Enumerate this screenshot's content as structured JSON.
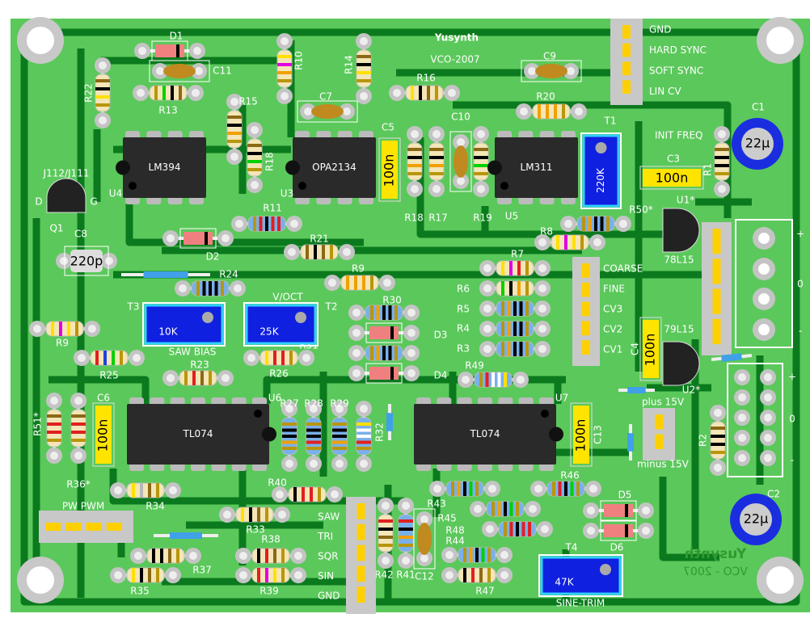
{
  "board": {
    "title": "Yusynth",
    "subtitle": "VCO-2007",
    "mirror_title": "Yusynth",
    "mirror_subtitle": "VCO - 2007"
  },
  "colors": {
    "board": "#5bc85b",
    "trace": "#0b7a1e",
    "beige": "#f4e6b6",
    "blue": "#78b0ea",
    "ic": "#2a2a2a",
    "trimmer": "#1020e0",
    "cap_yellow": "#ffe400",
    "ceramic": "#c08a20",
    "diode": "#f08080",
    "elec": "#1a2ee0",
    "header": "#c8c8c8",
    "pin": "#ffd000"
  },
  "ics": [
    {
      "ref": "U4",
      "part": "LM394"
    },
    {
      "ref": "U3",
      "part": "OPA2134"
    },
    {
      "ref": "U5",
      "part": "LM311"
    },
    {
      "ref": "U6",
      "part": "TL074"
    },
    {
      "ref": "U7",
      "part": "TL074"
    }
  ],
  "trimmers": [
    {
      "ref": "T3",
      "value": "10K",
      "label": "SAW BIAS"
    },
    {
      "ref": "T2",
      "value": "25K",
      "label": "V/OCT"
    },
    {
      "ref": "T1",
      "value": "220K",
      "label": "INIT FREQ"
    },
    {
      "ref": "T4",
      "value": "47K",
      "label": "SINE-TRIM"
    }
  ],
  "box_caps": [
    {
      "ref": "C5",
      "value": "100n"
    },
    {
      "ref": "C3",
      "value": "100n"
    },
    {
      "ref": "C6",
      "value": "100n"
    },
    {
      "ref": "C13",
      "value": "100n"
    },
    {
      "ref": "C4",
      "value": "100n"
    },
    {
      "ref": "C8",
      "value": "220p"
    }
  ],
  "ceramic_caps": [
    {
      "ref": "C11"
    },
    {
      "ref": "C7"
    },
    {
      "ref": "C9"
    },
    {
      "ref": "C10"
    },
    {
      "ref": "C12"
    }
  ],
  "electrolytics": [
    {
      "ref": "C1",
      "value": "22µ"
    },
    {
      "ref": "C2",
      "value": "22µ"
    }
  ],
  "transistors": [
    {
      "ref": "Q1",
      "part": "J112/J111",
      "pin_left": "D",
      "pin_right": "G"
    },
    {
      "ref": "U1*",
      "part": "78L15"
    },
    {
      "ref": "U2*",
      "part": "79L15"
    }
  ],
  "diodes": [
    {
      "ref": "D1"
    },
    {
      "ref": "D2"
    },
    {
      "ref": "D3"
    },
    {
      "ref": "D4"
    },
    {
      "ref": "D5"
    },
    {
      "ref": "D6"
    }
  ],
  "resistors": [
    {
      "ref": "R22",
      "body": "beige",
      "bands": [
        "#8b6914",
        "#000000",
        "#ffe000",
        "#b8960c"
      ]
    },
    {
      "ref": "R13",
      "body": "beige",
      "bands": [
        "#b8960c",
        "#00d000",
        "#000000",
        "#8b6914"
      ]
    },
    {
      "ref": "R10",
      "body": "beige",
      "bands": [
        "#ffe000",
        "#e000e0",
        "#f0a000",
        "#b8960c"
      ]
    },
    {
      "ref": "R14",
      "body": "beige",
      "bands": [
        "#8b6914",
        "#000000",
        "#ffe000",
        "#b8960c"
      ]
    },
    {
      "ref": "R15",
      "body": "beige",
      "bands": [
        "#8b6914",
        "#000000",
        "#f0a000",
        "#b8960c"
      ]
    },
    {
      "ref": "R18",
      "body": "beige",
      "bands": [
        "#8b6914",
        "#000000",
        "#00d000",
        "#b8960c"
      ]
    },
    {
      "ref": "R16",
      "body": "beige",
      "bands": [
        "#ffe000",
        "#000000",
        "#8b6914",
        "#b8960c"
      ]
    },
    {
      "ref": "R18",
      "body": "beige",
      "bands": [
        "#8b6914",
        "#000000",
        "#f0a000",
        "#b8960c"
      ]
    },
    {
      "ref": "R17",
      "body": "beige",
      "bands": [
        "#8b6914",
        "#000000",
        "#f0a000",
        "#b8960c"
      ]
    },
    {
      "ref": "R19",
      "body": "beige",
      "bands": [
        "#8b6914",
        "#000000",
        "#00d000",
        "#b8960c"
      ]
    },
    {
      "ref": "R20",
      "body": "beige",
      "bands": [
        "#f0a000",
        "#f0a000",
        "#f0a000",
        "#b8960c"
      ]
    },
    {
      "ref": "R1",
      "body": "beige",
      "bands": [
        "#8b6914",
        "#000000",
        "#000000",
        "#b8960c"
      ]
    },
    {
      "ref": "R11",
      "body": "blue",
      "bands": [
        "#b8960c",
        "#e02020",
        "#000000",
        "#e02020",
        "#e02020"
      ]
    },
    {
      "ref": "R21",
      "body": "beige",
      "bands": [
        "#8b6914",
        "#000000",
        "#8b6914",
        "#b8960c"
      ]
    },
    {
      "ref": "R24",
      "body": "blue",
      "bands": [
        "#b8960c",
        "#000000",
        "#000000",
        "#000000",
        "#b8960c"
      ]
    },
    {
      "ref": "R9",
      "body": "beige",
      "bands": [
        "#f0a000",
        "#f0a000",
        "#f0a000",
        "#b8960c"
      ]
    },
    {
      "ref": "R9",
      "body": "beige",
      "bands": [
        "#ffe000",
        "#e000e0",
        "#ffe000",
        "#b8960c"
      ]
    },
    {
      "ref": "R25",
      "body": "beige",
      "bands": [
        "#e02020",
        "#2040e0",
        "#00d000",
        "#b8960c"
      ]
    },
    {
      "ref": "R23",
      "body": "beige",
      "bands": [
        "#b8960c",
        "#e02020",
        "#8b6914",
        "#b8960c"
      ]
    },
    {
      "ref": "R26",
      "body": "beige",
      "bands": [
        "#ffe000",
        "#e02020",
        "#e02020",
        "#b8960c"
      ]
    },
    {
      "ref": "R30",
      "body": "blue",
      "bands": [
        "#b8960c",
        "#f0a000",
        "#000000",
        "#000000",
        "#b8960c"
      ]
    },
    {
      "ref": "R31",
      "body": "blue",
      "bands": [
        "#b8960c",
        "#f0a000",
        "#000000",
        "#000000",
        "#b8960c"
      ]
    },
    {
      "ref": "R50*",
      "body": "blue",
      "bands": [
        "#b8960c",
        "#f0a000",
        "#000000",
        "#000000",
        "#b8960c"
      ]
    },
    {
      "ref": "R8",
      "body": "beige",
      "bands": [
        "#ffe000",
        "#e000e0",
        "#ffe000",
        "#b8960c"
      ]
    },
    {
      "ref": "R7",
      "body": "beige",
      "bands": [
        "#ffe000",
        "#e000e0",
        "#e02020",
        "#b8960c"
      ]
    },
    {
      "ref": "R6",
      "body": "beige",
      "bands": [
        "#00d000",
        "#000000",
        "#f0a000",
        "#b8960c"
      ]
    },
    {
      "ref": "R5",
      "body": "blue",
      "bands": [
        "#b8960c",
        "#f0a000",
        "#000000",
        "#000000",
        "#b8960c"
      ]
    },
    {
      "ref": "R4",
      "body": "blue",
      "bands": [
        "#b8960c",
        "#f0a000",
        "#000000",
        "#000000",
        "#b8960c"
      ]
    },
    {
      "ref": "R3",
      "body": "blue",
      "bands": [
        "#b8960c",
        "#f0a000",
        "#000000",
        "#000000",
        "#b8960c"
      ]
    },
    {
      "ref": "R49",
      "body": "blue",
      "bands": [
        "#b8960c",
        "#e02020",
        "#ffffff",
        "#ffffff",
        "#ffe000"
      ]
    },
    {
      "ref": "R51*",
      "body": "beige",
      "bands": [
        "#8b6914",
        "#e02020",
        "#e02020",
        "#b8960c"
      ]
    },
    {
      "ref": "R36*",
      "body": "beige",
      "bands": [
        "#8b6914",
        "#e02020",
        "#e02020",
        "#b8960c"
      ]
    },
    {
      "ref": "R27",
      "body": "blue",
      "bands": [
        "#b8960c",
        "#000000",
        "#000000",
        "#f0a000",
        "#b8960c"
      ]
    },
    {
      "ref": "R28",
      "body": "blue",
      "bands": [
        "#b8960c",
        "#000000",
        "#000000",
        "#e02020",
        "#b8960c"
      ]
    },
    {
      "ref": "R29",
      "body": "blue",
      "bands": [
        "#b8960c",
        "#000000",
        "#000000",
        "#f0a000",
        "#b8960c"
      ]
    },
    {
      "ref": "R32",
      "body": "blue",
      "bands": [
        "#ffe000",
        "#ffffff",
        "#ffffff",
        "#e02020",
        "#b8960c"
      ]
    },
    {
      "ref": "R40",
      "body": "beige",
      "bands": [
        "#000000",
        "#e02020",
        "#e02020",
        "#b8960c"
      ]
    },
    {
      "ref": "R34",
      "body": "beige",
      "bands": [
        "#ffe000",
        "#b8b8b8",
        "#8b6914",
        "#b8960c"
      ]
    },
    {
      "ref": "R33",
      "body": "beige",
      "bands": [
        "#ffe000",
        "#000000",
        "#8b6914",
        "#b8960c"
      ]
    },
    {
      "ref": "R38",
      "body": "beige",
      "bands": [
        "#000000",
        "#e02020",
        "#8b6914",
        "#b8960c"
      ]
    },
    {
      "ref": "R37",
      "body": "beige",
      "bands": [
        "#000000",
        "#000000",
        "#8b6914",
        "#b8960c"
      ]
    },
    {
      "ref": "R35",
      "body": "beige",
      "bands": [
        "#ffe000",
        "#000000",
        "#8b6914",
        "#b8960c"
      ]
    },
    {
      "ref": "R39",
      "body": "beige",
      "bands": [
        "#e02020",
        "#e000e0",
        "#ffe000",
        "#b8960c"
      ]
    },
    {
      "ref": "R42",
      "body": "beige",
      "bands": [
        "#e02020",
        "#000000",
        "#8b6914",
        "#b8960c"
      ]
    },
    {
      "ref": "R41",
      "body": "blue",
      "bands": [
        "#e02020",
        "#000000",
        "#f0a000",
        "#b8960c"
      ]
    },
    {
      "ref": "R43",
      "body": "blue",
      "bands": [
        "#b8960c",
        "#f0a000",
        "#000000",
        "#00d000",
        "#b8960c"
      ]
    },
    {
      "ref": "R46",
      "body": "blue",
      "bands": [
        "#b8960c",
        "#e02020",
        "#000000",
        "#00d000",
        "#b8960c"
      ]
    },
    {
      "ref": "R45",
      "body": "blue",
      "bands": [
        "#b8960c",
        "#f0a000",
        "#000000",
        "#00d000",
        "#b8960c"
      ]
    },
    {
      "ref": "R48",
      "body": "blue",
      "bands": [
        "#b8960c",
        "#e02020",
        "#000000",
        "#e02020",
        "#e02020"
      ]
    },
    {
      "ref": "R44",
      "body": "blue",
      "bands": [
        "#b8960c",
        "#f0a000",
        "#000000",
        "#00d000",
        "#b8960c"
      ]
    },
    {
      "ref": "R47",
      "body": "beige",
      "bands": [
        "#000000",
        "#e02020",
        "#8b6914",
        "#b8960c"
      ]
    },
    {
      "ref": "R2",
      "body": "beige",
      "bands": [
        "#8b6914",
        "#000000",
        "#000000",
        "#b8960c"
      ]
    }
  ],
  "connectors": {
    "sync": [
      "GND",
      "HARD SYNC",
      "SOFT SYNC",
      "LIN CV"
    ],
    "cv": [
      "COARSE",
      "FINE",
      "CV3",
      "CV2",
      "CV1"
    ],
    "outputs": [
      "SAW",
      "TRI",
      "SQR",
      "SIN",
      "GND"
    ],
    "pw": "PW  PWM",
    "power_terminal": [
      "+",
      "0",
      "-"
    ],
    "power_header": [
      "+",
      "0",
      "-"
    ],
    "plus_15v": "plus 15V",
    "minus_15v": "minus 15V"
  }
}
